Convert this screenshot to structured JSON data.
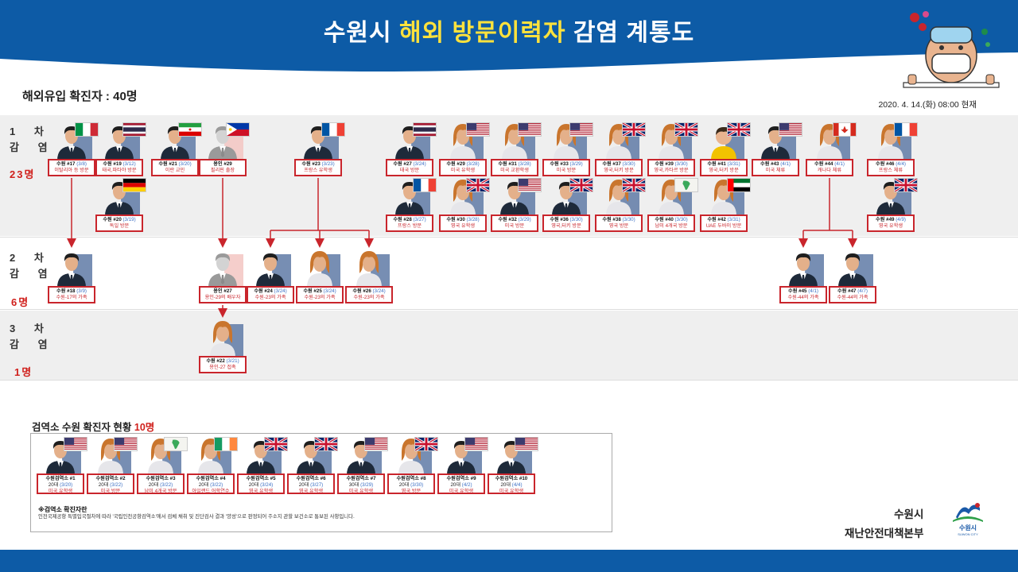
{
  "header": {
    "title_pre": "수원시 ",
    "title_highlight": "해외 방문이력자",
    "title_post": " 감염 계통도"
  },
  "summary": "해외유입 확진자 : 40명",
  "date": "2020. 4. 14.(화) 08:00 현재",
  "rows": [
    {
      "label": "1 차\n감 염",
      "count": "23명"
    },
    {
      "label": "2 차\n감 염",
      "count": "6명"
    },
    {
      "label": "3 차\n감 염",
      "count": "1명"
    }
  ],
  "colors": {
    "navy": "#0d5ba6",
    "red": "#c9252c",
    "suit": "#1e2a3a",
    "pale": "#f3c6c2",
    "hair": "#c9752d"
  },
  "persons": [
    {
      "id": "p17",
      "name": "수원 #17",
      "date": "(3/8)",
      "desc": "이탈리아 등 방문",
      "type": "m",
      "flag": "italy"
    },
    {
      "id": "p19",
      "name": "수원 #19",
      "date": "(3/12)",
      "desc": "태국,파타야 방문",
      "type": "m",
      "flag": "thailand"
    },
    {
      "id": "p21",
      "name": "수원 #21",
      "date": "(3/20)",
      "desc": "이란 교민",
      "type": "m",
      "flag": "iran"
    },
    {
      "id": "p29y",
      "name": "용인 #29",
      "date": "",
      "desc": "필리핀 출장",
      "type": "g",
      "flag": "philippines"
    },
    {
      "id": "p23",
      "name": "수원 #23",
      "date": "(3/23)",
      "desc": "프랑스 유학생",
      "type": "m",
      "flag": "france"
    },
    {
      "id": "p27",
      "name": "수원 #27",
      "date": "(3/24)",
      "desc": "태국 방문",
      "type": "m",
      "flag": "thailand"
    },
    {
      "id": "p29",
      "name": "수원 #29",
      "date": "(3/28)",
      "desc": "미국 유학생",
      "type": "f",
      "flag": "usa"
    },
    {
      "id": "p31",
      "name": "수원 #31",
      "date": "(3/28)",
      "desc": "미국 교환학생",
      "type": "f",
      "flag": "usa"
    },
    {
      "id": "p33",
      "name": "수원 #33",
      "date": "(3/29)",
      "desc": "미국 방문",
      "type": "f",
      "flag": "usa"
    },
    {
      "id": "p37",
      "name": "수원 #37",
      "date": "(3/30)",
      "desc": "영국,터키 방문",
      "type": "f",
      "flag": "uk"
    },
    {
      "id": "p39",
      "name": "수원 #39",
      "date": "(3/30)",
      "desc": "영국,카타르 방문",
      "type": "f",
      "flag": "uk"
    },
    {
      "id": "p41",
      "name": "수원 #41",
      "date": "(3/31)",
      "desc": "영국,터키 방문",
      "type": "k",
      "flag": "uk"
    },
    {
      "id": "p43",
      "name": "수원 #43",
      "date": "(4/1)",
      "desc": "미국 체류",
      "type": "m",
      "flag": "usa"
    },
    {
      "id": "p44",
      "name": "수원 #44",
      "date": "(4/1)",
      "desc": "캐나다 체류",
      "type": "f",
      "flag": "canada"
    },
    {
      "id": "p46",
      "name": "수원 #46",
      "date": "(4/4)",
      "desc": "프랑스 체류",
      "type": "f",
      "flag": "france"
    },
    {
      "id": "p20",
      "name": "수원 #20",
      "date": "(3/19)",
      "desc": "독일 방문",
      "type": "m",
      "flag": "germany"
    },
    {
      "id": "p28",
      "name": "수원 #28",
      "date": "(3/27)",
      "desc": "프랑스 방문",
      "type": "m",
      "flag": "france"
    },
    {
      "id": "p30",
      "name": "수원 #30",
      "date": "(3/28)",
      "desc": "영국 유학생",
      "type": "f",
      "flag": "uk"
    },
    {
      "id": "p32",
      "name": "수원 #32",
      "date": "(3/29)",
      "desc": "미국 방문",
      "type": "m",
      "flag": "usa"
    },
    {
      "id": "p36",
      "name": "수원 #36",
      "date": "(3/30)",
      "desc": "영국,터키 방문",
      "type": "m",
      "flag": "uk"
    },
    {
      "id": "p38",
      "name": "수원 #38",
      "date": "(3/30)",
      "desc": "영국 방문",
      "type": "f",
      "flag": "uk"
    },
    {
      "id": "p40",
      "name": "수원 #40",
      "date": "(3/30)",
      "desc": "남미 4개국 방문",
      "type": "f",
      "flag": "samerica"
    },
    {
      "id": "p42",
      "name": "수원 #42",
      "date": "(3/31)",
      "desc": "UAE 두바이 방문",
      "type": "f",
      "flag": "uae"
    },
    {
      "id": "p49",
      "name": "수원 #49",
      "date": "(4/9)",
      "desc": "영국 유학생",
      "type": "m",
      "flag": "uk"
    },
    {
      "id": "p18",
      "name": "수원 #18",
      "date": "(3/9)",
      "desc": "수원-17의 가족",
      "type": "m",
      "flag": ""
    },
    {
      "id": "p27y",
      "name": "용인 #27",
      "date": "",
      "desc": "용인-29의 배우자",
      "type": "g",
      "flag": ""
    },
    {
      "id": "p24",
      "name": "수원 #24",
      "date": "(3/24)",
      "desc": "수원-23의 가족",
      "type": "m",
      "flag": ""
    },
    {
      "id": "p25",
      "name": "수원 #25",
      "date": "(3/24)",
      "desc": "수원-23의 가족",
      "type": "f",
      "flag": ""
    },
    {
      "id": "p26",
      "name": "수원 #26",
      "date": "(3/24)",
      "desc": "수원-23의 가족",
      "type": "f",
      "flag": ""
    },
    {
      "id": "p45",
      "name": "수원 #45",
      "date": "(4/1)",
      "desc": "수원-44의 가족",
      "type": "m",
      "flag": ""
    },
    {
      "id": "p47",
      "name": "수원 #47",
      "date": "(4/7)",
      "desc": "수원-44의 가족",
      "type": "m",
      "flag": ""
    },
    {
      "id": "p22",
      "name": "수원 #22",
      "date": "(3/21)",
      "desc": "용인-27 접촉",
      "type": "f",
      "flag": ""
    }
  ],
  "quarantine": {
    "title": "검역소 수원 확진자 현황",
    "count": "10명",
    "persons": [
      {
        "name": "수원검역소 #1",
        "age": "20대",
        "date": "(3/20)",
        "desc": "미국 유학생",
        "type": "m",
        "flag": "usa"
      },
      {
        "name": "수원검역소 #2",
        "age": "20대",
        "date": "(3/22)",
        "desc": "미국 방문",
        "type": "f",
        "flag": "usa"
      },
      {
        "name": "수원검역소 #3",
        "age": "20대",
        "date": "(3/22)",
        "desc": "남미 4개국 방문",
        "type": "f",
        "flag": "samerica"
      },
      {
        "name": "수원검역소 #4",
        "age": "20대",
        "date": "(3/22)",
        "desc": "아일랜드 어학연수",
        "type": "f",
        "flag": "ireland"
      },
      {
        "name": "수원검역소 #5",
        "age": "20대",
        "date": "(3/24)",
        "desc": "영국 유학생",
        "type": "m",
        "flag": "uk"
      },
      {
        "name": "수원검역소 #6",
        "age": "20대",
        "date": "(3/27)",
        "desc": "영국 유학생",
        "type": "m",
        "flag": "uk"
      },
      {
        "name": "수원검역소 #7",
        "age": "30대",
        "date": "(3/29)",
        "desc": "미국 유학생",
        "type": "m",
        "flag": "usa"
      },
      {
        "name": "수원검역소 #8",
        "age": "20대",
        "date": "(3/30)",
        "desc": "영국 방문",
        "type": "f",
        "flag": "uk"
      },
      {
        "name": "수원검역소 #9",
        "age": "20대",
        "date": "(4/2)",
        "desc": "미국 유학생",
        "type": "m",
        "flag": "usa"
      },
      {
        "name": "수원검역소 #10",
        "age": "20대",
        "date": "(4/4)",
        "desc": "미국 유학생",
        "type": "m",
        "flag": "usa"
      }
    ],
    "note_title": "※검역소 확진자란",
    "note_text": "인천국제공항 특별입국절차에 따라 '국립인천공항검역소'에서 검체 채취 및 진단검사 결과 '양성'으로 판정되어 주소지 관할 보건소로 통보된 사항입니다."
  },
  "org": {
    "line1": "수원시",
    "line2": "재난안전대책본부"
  },
  "logo": {
    "text": "수원시",
    "sub": "SUWON CITY"
  },
  "connectors": [
    {
      "from": "p17",
      "to": [
        "p18"
      ]
    },
    {
      "from": "p29y",
      "to": [
        "p27y"
      ]
    },
    {
      "from": "p23",
      "to": [
        "p24",
        "p25",
        "p26"
      ]
    },
    {
      "from": "p44",
      "to": [
        "p45",
        "p47"
      ]
    },
    {
      "from": "p27y",
      "to": [
        "p22"
      ]
    }
  ]
}
